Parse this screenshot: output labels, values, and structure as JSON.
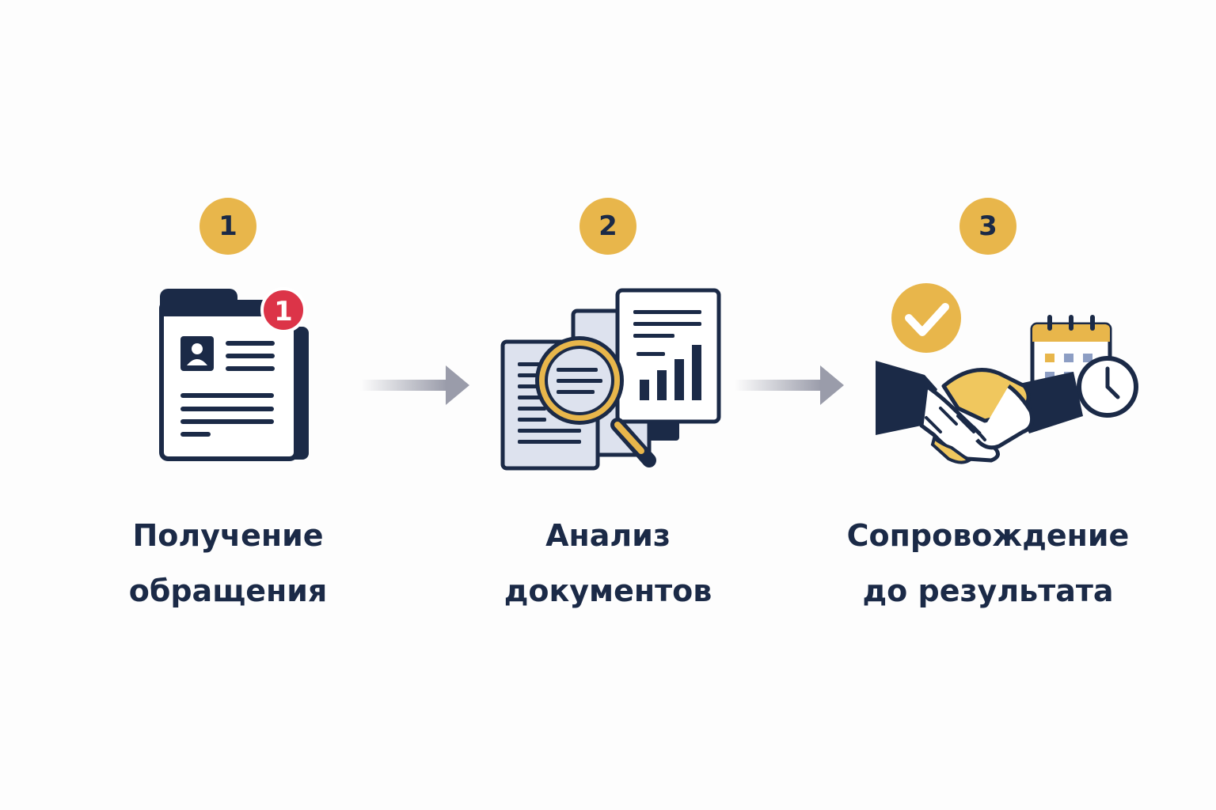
{
  "steps": [
    {
      "number": "1",
      "icon": "application-folder-icon",
      "notification_count": "1",
      "label_lines": [
        "Получение",
        "обращения"
      ]
    },
    {
      "number": "2",
      "icon": "document-magnifier-icon",
      "label_lines": [
        "Анализ",
        "документов"
      ]
    },
    {
      "number": "3",
      "icon": "handshake-calendar-icon",
      "label_lines": [
        "Сопровождение",
        "до результата"
      ]
    }
  ],
  "colors": {
    "accent": "#e8b64b",
    "navy": "#1b2a47",
    "alert": "#dc3448",
    "arrow": "#9a9caa",
    "paper": "#ffffff",
    "paper_shade": "#dde2ee"
  }
}
